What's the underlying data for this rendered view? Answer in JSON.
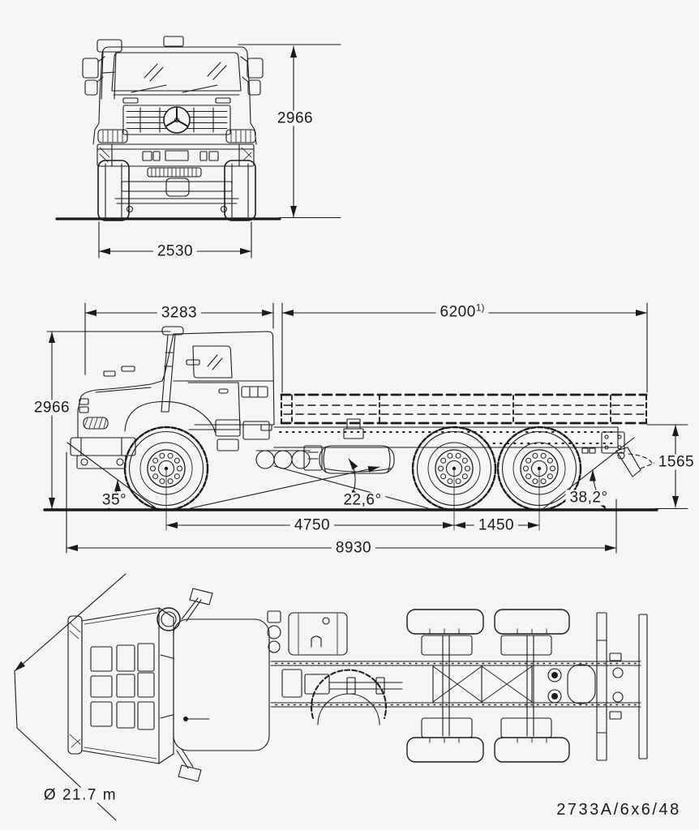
{
  "drawing": {
    "front_view": {
      "overall_height": "2966",
      "overall_width": "2530"
    },
    "side_view": {
      "front_section_length": "3283",
      "body_length": "6200",
      "body_length_footnote": "1)",
      "overall_height": "2966",
      "frame_height": "1565",
      "approach_angle": "35°",
      "ramp_angle": "22,6°",
      "departure_angle": "38,2°",
      "wheelbase": "4750",
      "rear_axle_spacing": "1450",
      "overall_length": "8930"
    },
    "top_view": {
      "turning_circle": "Ø 21.7 m"
    },
    "model_code": "2733A/6x6/48",
    "line_color": "#1b1b1d",
    "background_color": "#f5f5f6"
  }
}
